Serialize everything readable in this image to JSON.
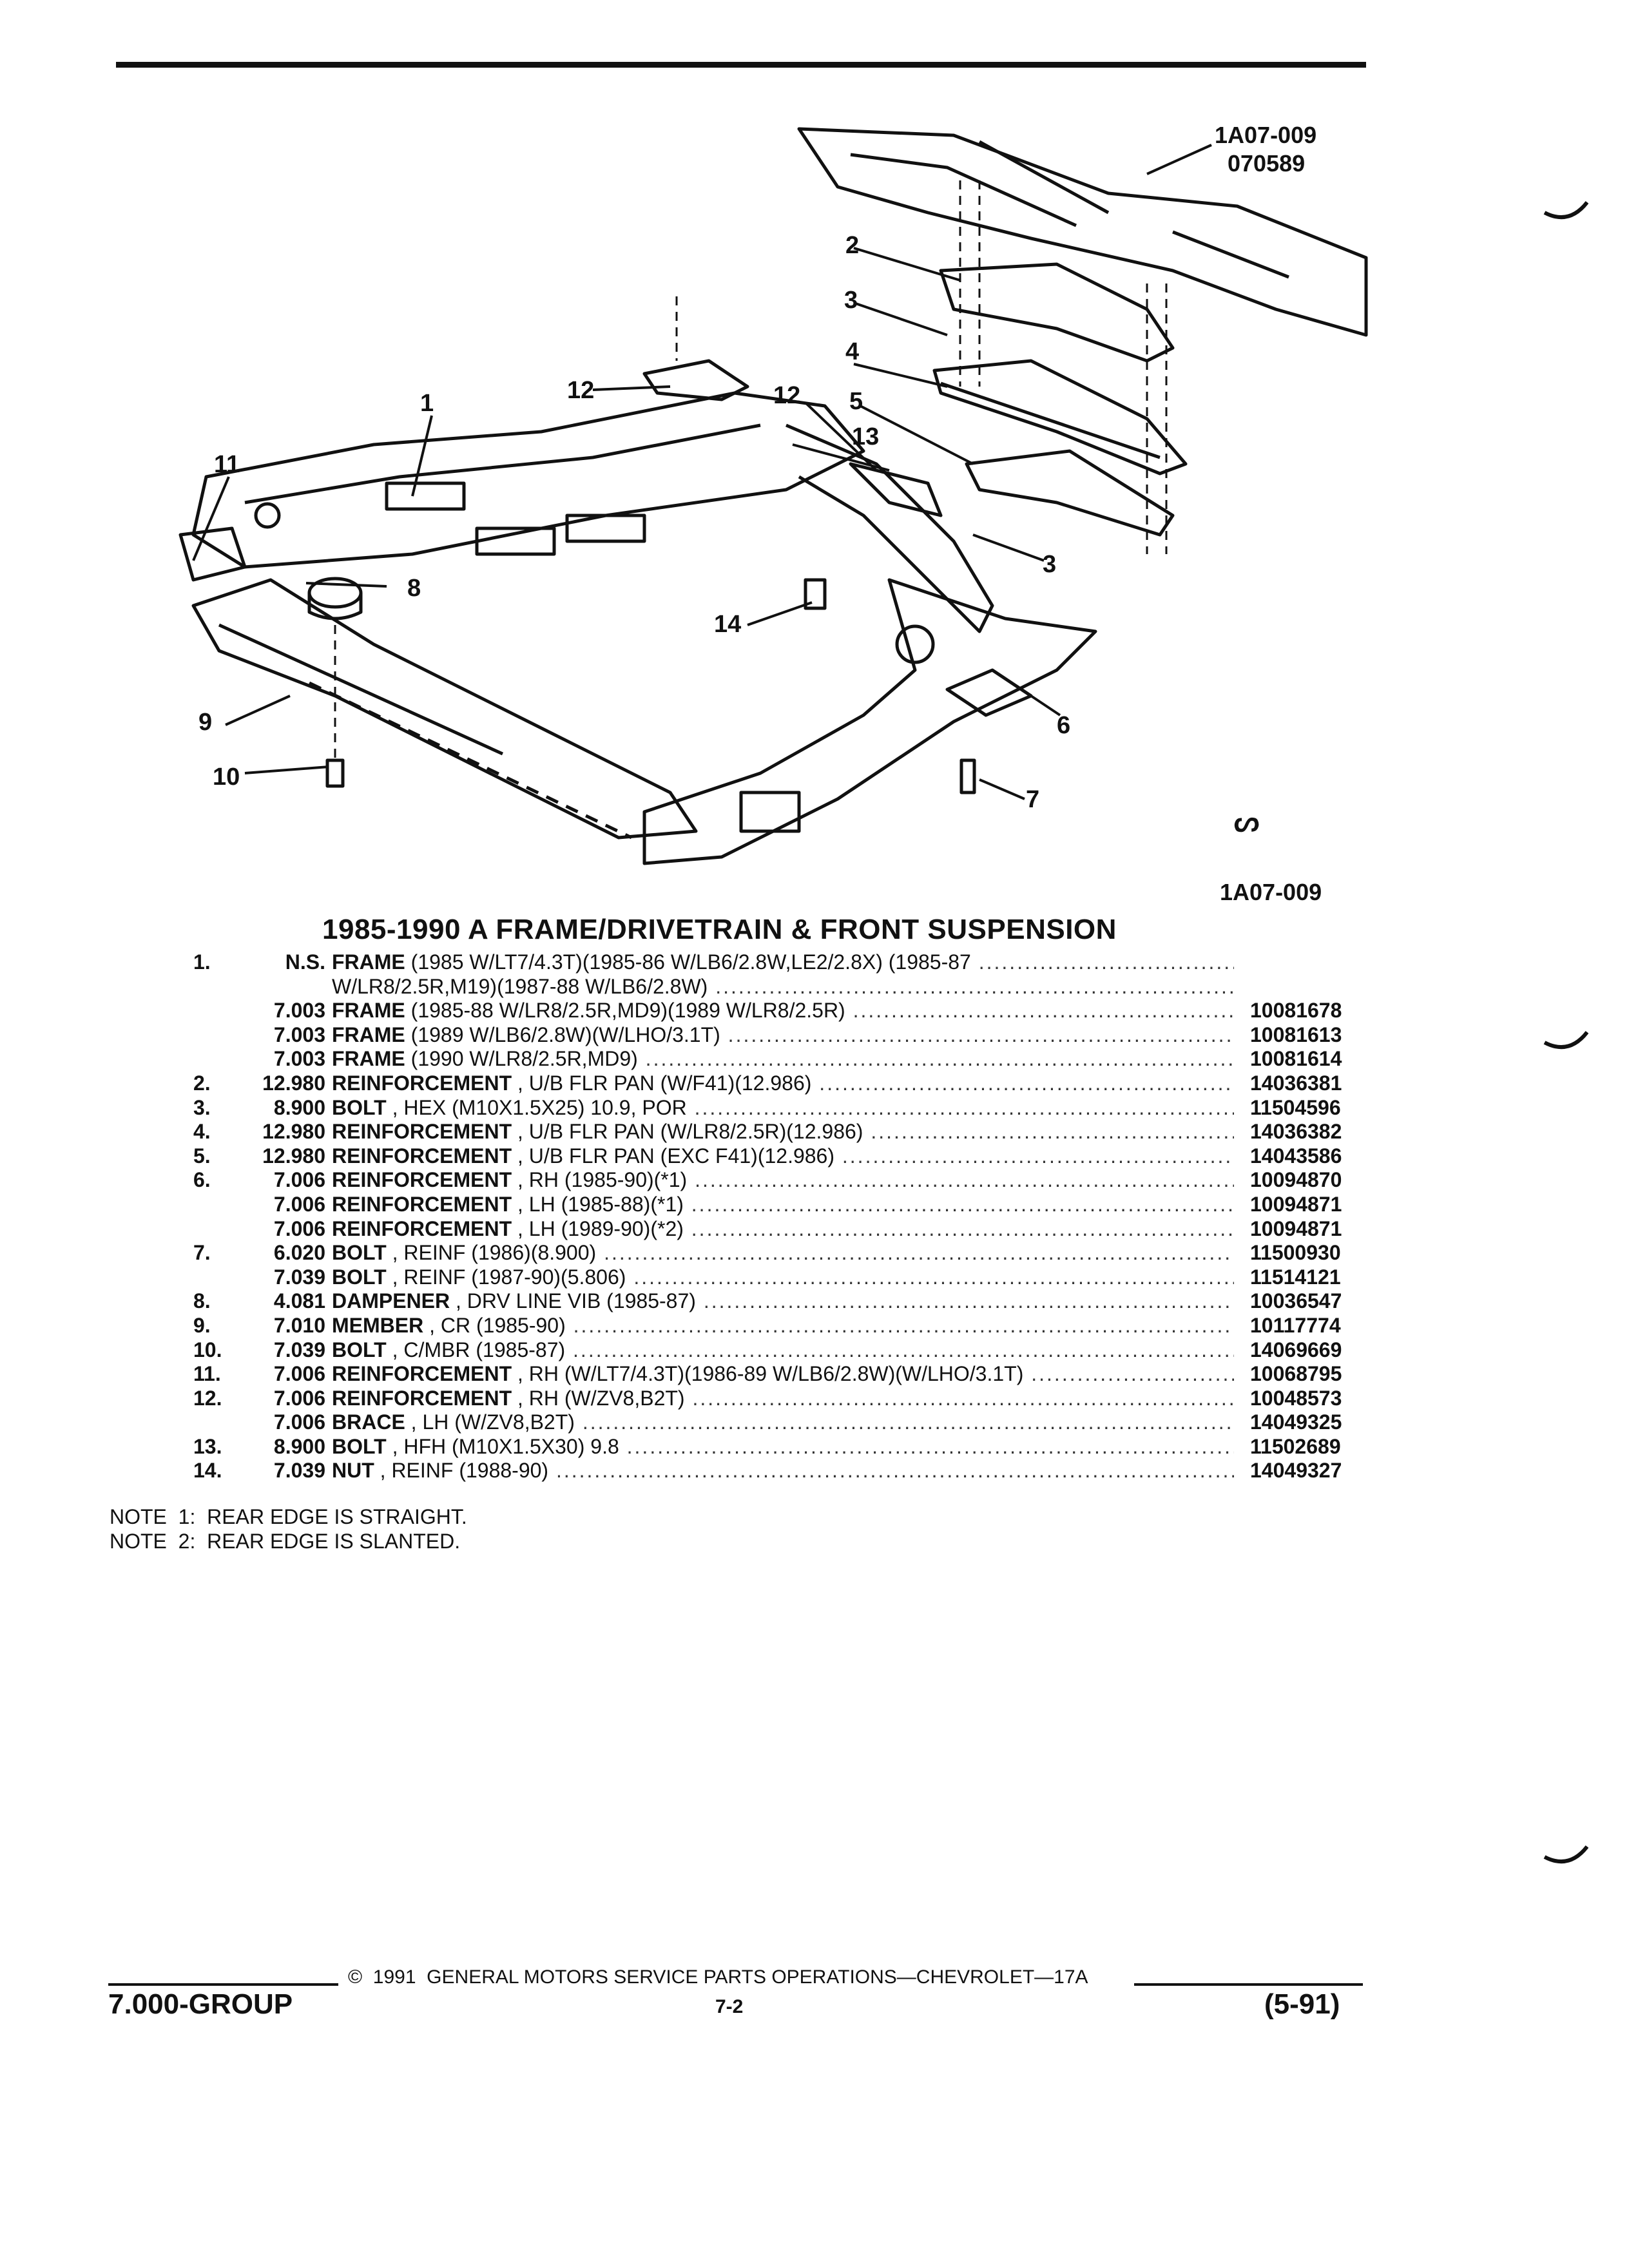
{
  "figure": {
    "code_top": "1A07-009",
    "code_sub": "070589",
    "code_bottom": "1A07-009",
    "callouts": [
      "1",
      "2",
      "3",
      "3",
      "4",
      "5",
      "6",
      "7",
      "8",
      "9",
      "10",
      "11",
      "12",
      "12",
      "13",
      "14"
    ]
  },
  "title": "1985-1990 A FRAME/DRIVETRAIN & FRONT SUSPENSION",
  "parts": [
    {
      "item": "1.",
      "group": "N.S.",
      "name": "FRAME",
      "desc": " (1985 W/LT7/4.3T)(1985-86 W/LB6/2.8W,LE2/2.8X) (1985-87",
      "part": ""
    },
    {
      "item": "",
      "group": "",
      "name": "",
      "desc": "W/LR8/2.5R,M19)(1987-88 W/LB6/2.8W)",
      "part": ""
    },
    {
      "item": "",
      "group": "7.003",
      "name": "FRAME",
      "desc": " (1985-88 W/LR8/2.5R,MD9)(1989 W/LR8/2.5R)",
      "part": "10081678"
    },
    {
      "item": "",
      "group": "7.003",
      "name": "FRAME",
      "desc": " (1989 W/LB6/2.8W)(W/LHO/3.1T)",
      "part": "10081613"
    },
    {
      "item": "",
      "group": "7.003",
      "name": "FRAME",
      "desc": " (1990 W/LR8/2.5R,MD9)",
      "part": "10081614"
    },
    {
      "item": "2.",
      "group": "12.980",
      "name": "REINFORCEMENT",
      "desc": " , U/B FLR PAN (W/F41)(12.986)",
      "part": "14036381"
    },
    {
      "item": "3.",
      "group": "8.900",
      "name": "BOLT",
      "desc": " , HEX (M10X1.5X25) 10.9, POR",
      "part": "11504596"
    },
    {
      "item": "4.",
      "group": "12.980",
      "name": "REINFORCEMENT",
      "desc": " , U/B FLR PAN (W/LR8/2.5R)(12.986)",
      "part": "14036382"
    },
    {
      "item": "5.",
      "group": "12.980",
      "name": "REINFORCEMENT",
      "desc": " , U/B FLR PAN (EXC F41)(12.986)",
      "part": "14043586"
    },
    {
      "item": "6.",
      "group": "7.006",
      "name": "REINFORCEMENT",
      "desc": " , RH (1985-90)(*1)",
      "part": "10094870"
    },
    {
      "item": "",
      "group": "7.006",
      "name": "REINFORCEMENT",
      "desc": " , LH (1985-88)(*1)",
      "part": "10094871"
    },
    {
      "item": "",
      "group": "7.006",
      "name": "REINFORCEMENT",
      "desc": " , LH (1989-90)(*2)",
      "part": "10094871"
    },
    {
      "item": "7.",
      "group": "6.020",
      "name": "BOLT",
      "desc": " , REINF (1986)(8.900)",
      "part": "11500930"
    },
    {
      "item": "",
      "group": "7.039",
      "name": "BOLT",
      "desc": " , REINF (1987-90)(5.806)",
      "part": "11514121"
    },
    {
      "item": "8.",
      "group": "4.081",
      "name": "DAMPENER",
      "desc": " , DRV LINE VIB (1985-87)",
      "part": "10036547"
    },
    {
      "item": "9.",
      "group": "7.010",
      "name": "MEMBER",
      "desc": " , CR (1985-90)",
      "part": "10117774"
    },
    {
      "item": "10.",
      "group": "7.039",
      "name": "BOLT",
      "desc": " , C/MBR (1985-87)",
      "part": "14069669"
    },
    {
      "item": "11.",
      "group": "7.006",
      "name": "REINFORCEMENT",
      "desc": " , RH (W/LT7/4.3T)(1986-89 W/LB6/2.8W)(W/LHO/3.1T)",
      "part": "10068795"
    },
    {
      "item": "12.",
      "group": "7.006",
      "name": "REINFORCEMENT",
      "desc": " , RH (W/ZV8,B2T)",
      "part": "10048573"
    },
    {
      "item": "",
      "group": "7.006",
      "name": "BRACE",
      "desc": " , LH (W/ZV8,B2T)",
      "part": "14049325"
    },
    {
      "item": "13.",
      "group": "8.900",
      "name": "BOLT",
      "desc": " , HFH (M10X1.5X30) 9.8",
      "part": "11502689"
    },
    {
      "item": "14.",
      "group": "7.039",
      "name": "NUT",
      "desc": " , REINF (1988-90)",
      "part": "14049327"
    }
  ],
  "notes": [
    "NOTE  1:  REAR EDGE IS STRAIGHT.",
    "NOTE  2:  REAR EDGE IS SLANTED."
  ],
  "footer": {
    "copyright": "©  1991  GENERAL MOTORS SERVICE PARTS OPERATIONS—CHEVROLET—17A",
    "group": "7.000-GROUP",
    "page": "7-2",
    "date": "(5-91)"
  },
  "page_mark": "ᔕ"
}
